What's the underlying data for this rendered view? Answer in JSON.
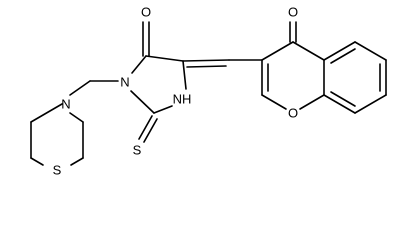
{
  "molecule": {
    "atoms": {
      "n_morpholine": "N",
      "s_thiomorpholine": "S",
      "n_imidazolidine": "N",
      "s_thione": "S",
      "nh": "NH",
      "o_amide": "O",
      "o_chromone_ketone": "O",
      "o_chromone_ring": "O"
    }
  },
  "colors": {
    "ink": "#000000",
    "background": "#ffffff"
  }
}
